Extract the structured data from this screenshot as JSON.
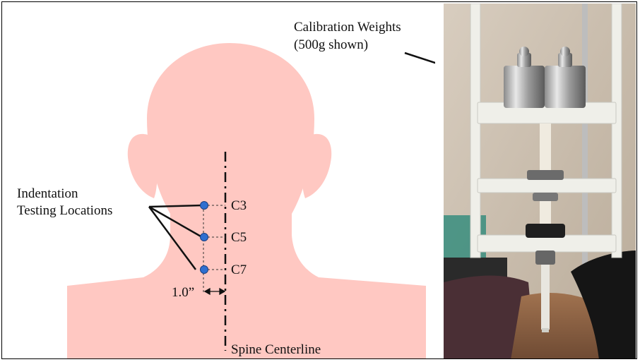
{
  "figure": {
    "indentation_label": [
      "Indentation",
      "Testing Locations"
    ],
    "calibration_label": [
      "Calibration Weights",
      "(500g shown)"
    ],
    "vertebrae": [
      "C3",
      "C5",
      "C7"
    ],
    "offset_label": "1.0”",
    "centerline_label": "Spine Centerline"
  },
  "colors": {
    "silhouette": "#ffc8c2",
    "point": "#2f6fd0",
    "line": "#111111"
  }
}
